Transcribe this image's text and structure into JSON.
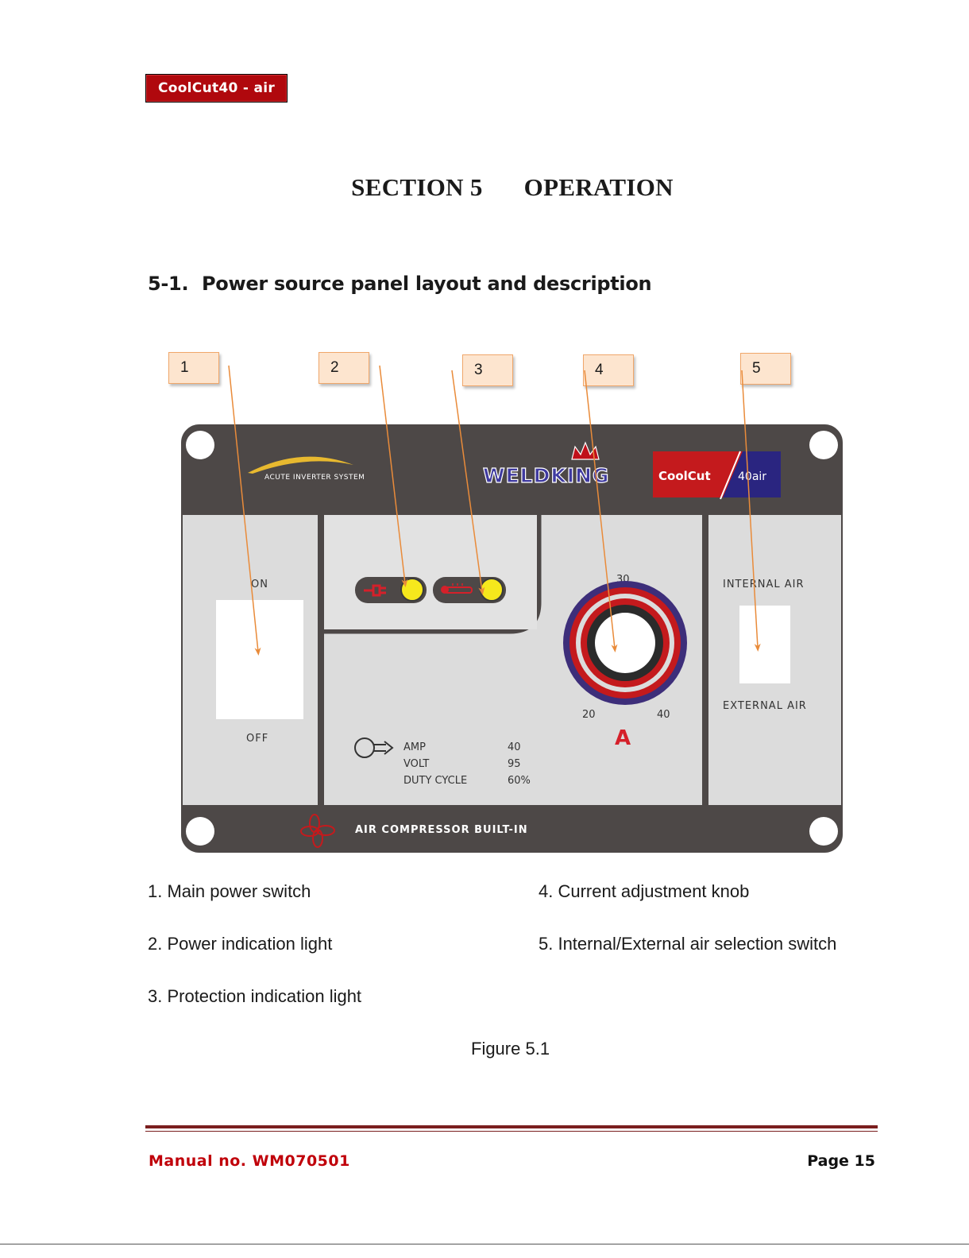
{
  "header": {
    "logo_text": "CoolCut40 - air"
  },
  "section": {
    "number": "SECTION 5",
    "title": "OPERATION"
  },
  "subsection": {
    "number": "5-1.",
    "title": "Power source panel layout and description"
  },
  "callouts": [
    "1",
    "2",
    "3",
    "4",
    "5"
  ],
  "panel": {
    "brand_tagline": "ACUTE INVERTER SYSTEM",
    "brand_name": "WELDKING",
    "model_name": "CoolCut",
    "model_suffix": "40air",
    "switch_on": "ON",
    "switch_off": "OFF",
    "scale_top": "30",
    "scale_left": "20",
    "scale_right": "40",
    "unit": "A",
    "air_internal": "INTERNAL AIR",
    "air_external": "EXTERNAL AIR",
    "specs": [
      {
        "label": "AMP",
        "value": "40"
      },
      {
        "label": "VOLT",
        "value": "95"
      },
      {
        "label": "DUTY CYCLE",
        "value": "60%"
      }
    ],
    "compressor_label": "AIR COMPRESSOR BUILT-IN"
  },
  "legend": {
    "item1": "1. Main power switch",
    "item2": "2. Power indication light",
    "item3": "3. Protection indication light",
    "item4": "4. Current adjustment knob",
    "item5": "5. Internal/External air selection switch"
  },
  "figure_caption": "Figure 5.1",
  "footer": {
    "manual": "Manual no. WM070501",
    "page": "Page 15"
  },
  "colors": {
    "brand_red": "#b0080d",
    "panel_dark": "#4d4847",
    "panel_light": "#dadada",
    "arrow": "#e98b3a",
    "footer_rule": "#7a1e1e"
  }
}
